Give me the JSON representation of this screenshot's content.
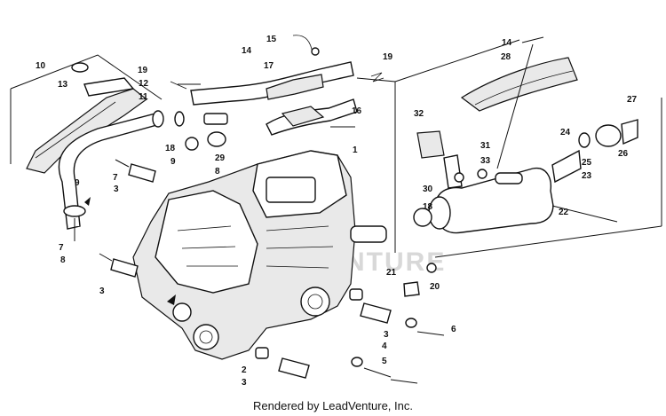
{
  "diagram": {
    "callouts": [
      {
        "id": "c1",
        "label": "1"
      },
      {
        "id": "c2",
        "label": "2"
      },
      {
        "id": "c3a",
        "label": "3"
      },
      {
        "id": "c3b",
        "label": "3"
      },
      {
        "id": "c3c",
        "label": "3"
      },
      {
        "id": "c3d",
        "label": "3"
      },
      {
        "id": "c4",
        "label": "4"
      },
      {
        "id": "c5",
        "label": "5"
      },
      {
        "id": "c6",
        "label": "6"
      },
      {
        "id": "c7a",
        "label": "7"
      },
      {
        "id": "c7b",
        "label": "7"
      },
      {
        "id": "c8a",
        "label": "8"
      },
      {
        "id": "c8b",
        "label": "8"
      },
      {
        "id": "c9a",
        "label": "9"
      },
      {
        "id": "c9b",
        "label": "9"
      },
      {
        "id": "c10",
        "label": "10"
      },
      {
        "id": "c11",
        "label": "11"
      },
      {
        "id": "c12",
        "label": "12"
      },
      {
        "id": "c13",
        "label": "13"
      },
      {
        "id": "c14a",
        "label": "14"
      },
      {
        "id": "c14b",
        "label": "14"
      },
      {
        "id": "c15",
        "label": "15"
      },
      {
        "id": "c16",
        "label": "16"
      },
      {
        "id": "c17",
        "label": "17"
      },
      {
        "id": "c18a",
        "label": "18"
      },
      {
        "id": "c18b",
        "label": "18"
      },
      {
        "id": "c19a",
        "label": "19"
      },
      {
        "id": "c19b",
        "label": "19"
      },
      {
        "id": "c20",
        "label": "20"
      },
      {
        "id": "c21",
        "label": "21"
      },
      {
        "id": "c22",
        "label": "22"
      },
      {
        "id": "c23",
        "label": "23"
      },
      {
        "id": "c24",
        "label": "24"
      },
      {
        "id": "c25",
        "label": "25"
      },
      {
        "id": "c26",
        "label": "26"
      },
      {
        "id": "c27",
        "label": "27"
      },
      {
        "id": "c28",
        "label": "28"
      },
      {
        "id": "c29",
        "label": "29"
      },
      {
        "id": "c30",
        "label": "30"
      },
      {
        "id": "c31",
        "label": "31"
      },
      {
        "id": "c32",
        "label": "32"
      },
      {
        "id": "c33",
        "label": "33"
      }
    ],
    "watermark": "VENTURE",
    "footer": "Rendered by LeadVenture, Inc."
  }
}
